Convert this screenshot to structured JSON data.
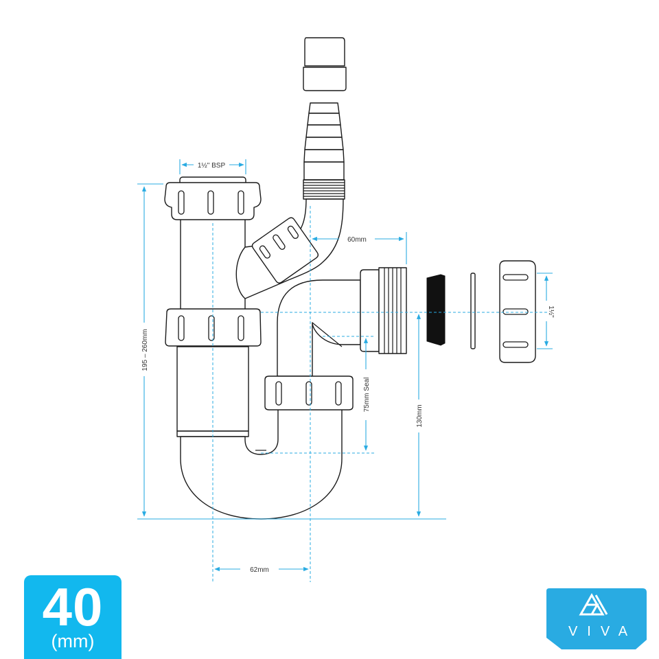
{
  "dimensions": {
    "bsp_thread": "1½\" BSP",
    "inlet_offset": "60mm",
    "height_range": "195 – 260mm",
    "seal_depth": "75mm Seal",
    "outlet_height": "130mm",
    "outlet_size": "1½\"",
    "horizontal_offset": "62mm"
  },
  "size_badge": {
    "value": "40",
    "unit": "(mm)"
  },
  "brand": {
    "name": "VIVA"
  },
  "colors": {
    "dimension_line": "#29abe2",
    "badge": "#12b8ee",
    "outline": "#1a1a1a"
  }
}
